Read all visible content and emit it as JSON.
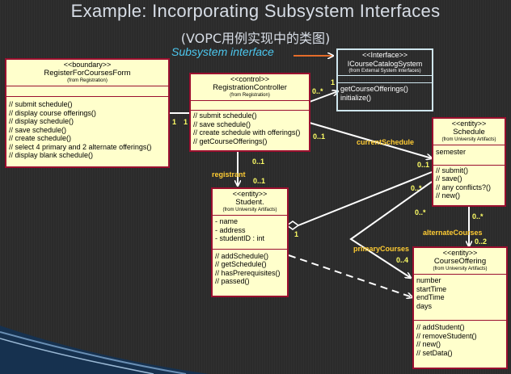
{
  "title": "Example: Incorporating Subsystem Interfaces",
  "subtitle": "(VOPC用例实现中的类图)",
  "callout": "Subsystem interface",
  "colors": {
    "box_fill": "#ffffcc",
    "box_border": "#9a0f2f",
    "multiplicity": "#ffff66",
    "role": "#ffcc33",
    "callout": "#4cc7ee"
  },
  "classes": {
    "register_form": {
      "stereotype": "<<boundary>>",
      "name": "RegisterForCoursesForm",
      "from": "(from Registration)",
      "operations": [
        "// submit schedule()",
        "// display course offerings()",
        "// display schedule()",
        "// save schedule()",
        "// create schedule()",
        "// select 4 primary and 2 alternate offerings()",
        "// display blank schedule()"
      ]
    },
    "registration_controller": {
      "stereotype": "<<control>>",
      "name": "RegistrationController",
      "from": "(from Registration)",
      "operations": [
        "// submit schedule()",
        "// save schedule()",
        "// create schedule with offerings()",
        "// getCourseOfferings()"
      ]
    },
    "icourse_catalog": {
      "stereotype": "<<Interface>>",
      "name": "ICourseCatalogSystem",
      "from": "(from External System Interfaces)",
      "operations": [
        "getCourseOfferings()",
        "initialize()"
      ]
    },
    "schedule": {
      "stereotype": "<<entity>>",
      "name": "Schedule",
      "from": "(from University Artifacts)",
      "attributes": [
        "semester"
      ],
      "operations": [
        "// submit()",
        "// save()",
        "// any conflicts?()",
        "// new()"
      ]
    },
    "student": {
      "stereotype": "<<entity>>",
      "name": "Student.",
      "from": "(from University Artifacts)",
      "attributes": [
        "- name",
        "- address",
        "- studentID : int"
      ],
      "operations": [
        "// addSchedule()",
        "// getSchedule()",
        "// hasPrerequisites()",
        "// passed()"
      ]
    },
    "course_offering": {
      "stereotype": "<<entity>>",
      "name": "CourseOffering",
      "from": "(from University Artifacts)",
      "attributes": [
        "number",
        "startTime",
        "endTime",
        "days"
      ],
      "operations": [
        "// addStudent()",
        "// removeStudent()",
        "// new()",
        "// setData()"
      ]
    }
  },
  "labels": {
    "form_ctrl_1a": "1",
    "form_ctrl_1b": "1",
    "ctrl_iface_0n": "0..*",
    "ctrl_iface_1": "1",
    "ctrl_sched_01": "0..1",
    "current_schedule": "currentSchedule",
    "sched_01": "0..1",
    "ctrl_student_01a": "0..1",
    "registrant": "registrant",
    "ctrl_student_01b": "0..1",
    "student_1": "1",
    "sched_0n_a": "0..*",
    "sched_0n_b": "0..*",
    "sched_0n_c": "0..*",
    "alternate_courses": "alternateCourses",
    "alt_02": "0..2",
    "primary_courses": "primaryCourses",
    "prim_04": "0..4"
  }
}
